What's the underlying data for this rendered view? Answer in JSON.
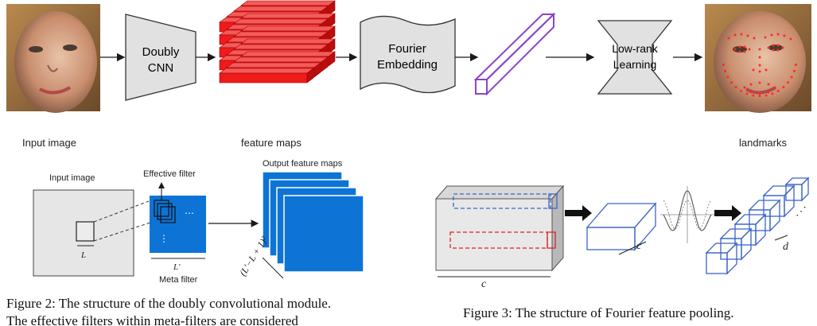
{
  "pipeline": {
    "input_label": "Input image",
    "cnn_line1": "Doubly",
    "cnn_line2": "CNN",
    "feature_maps_label": "feature maps",
    "fourier_line1": "Fourier",
    "fourier_line2": "Embedding",
    "lowrank_line1": "Low-rank",
    "lowrank_line2": "Learning",
    "output_label": "landmarks"
  },
  "figure2": {
    "input_image": "Input image",
    "effective_filter": "Effective filter",
    "output_feature_maps": "Output feature maps",
    "dim_l": "L",
    "dim_lprime": "L′",
    "meta_filter": "Meta filter",
    "dots_h": "⋯",
    "dots_v": "⋮",
    "count_label": "(L′−L + 1)²",
    "caption_line1": "Figure 2: The structure of the doubly convolutional module.",
    "caption_line2": "The effective filters within meta-filters are considered"
  },
  "figure3": {
    "dim_c_side": "c",
    "dim_c_bar": "c",
    "dim_d": "d",
    "dots": "⋰",
    "caption": "Figure 3: The structure of Fourier feature pooling."
  },
  "colors": {
    "red_block": "#ee1b1b",
    "purple_bar": "#8a44c8",
    "blue_map": "#0d74d6",
    "gray_box": "#e4e4e4",
    "blue_outline": "#3b64c8",
    "red_outline": "#e02020"
  }
}
